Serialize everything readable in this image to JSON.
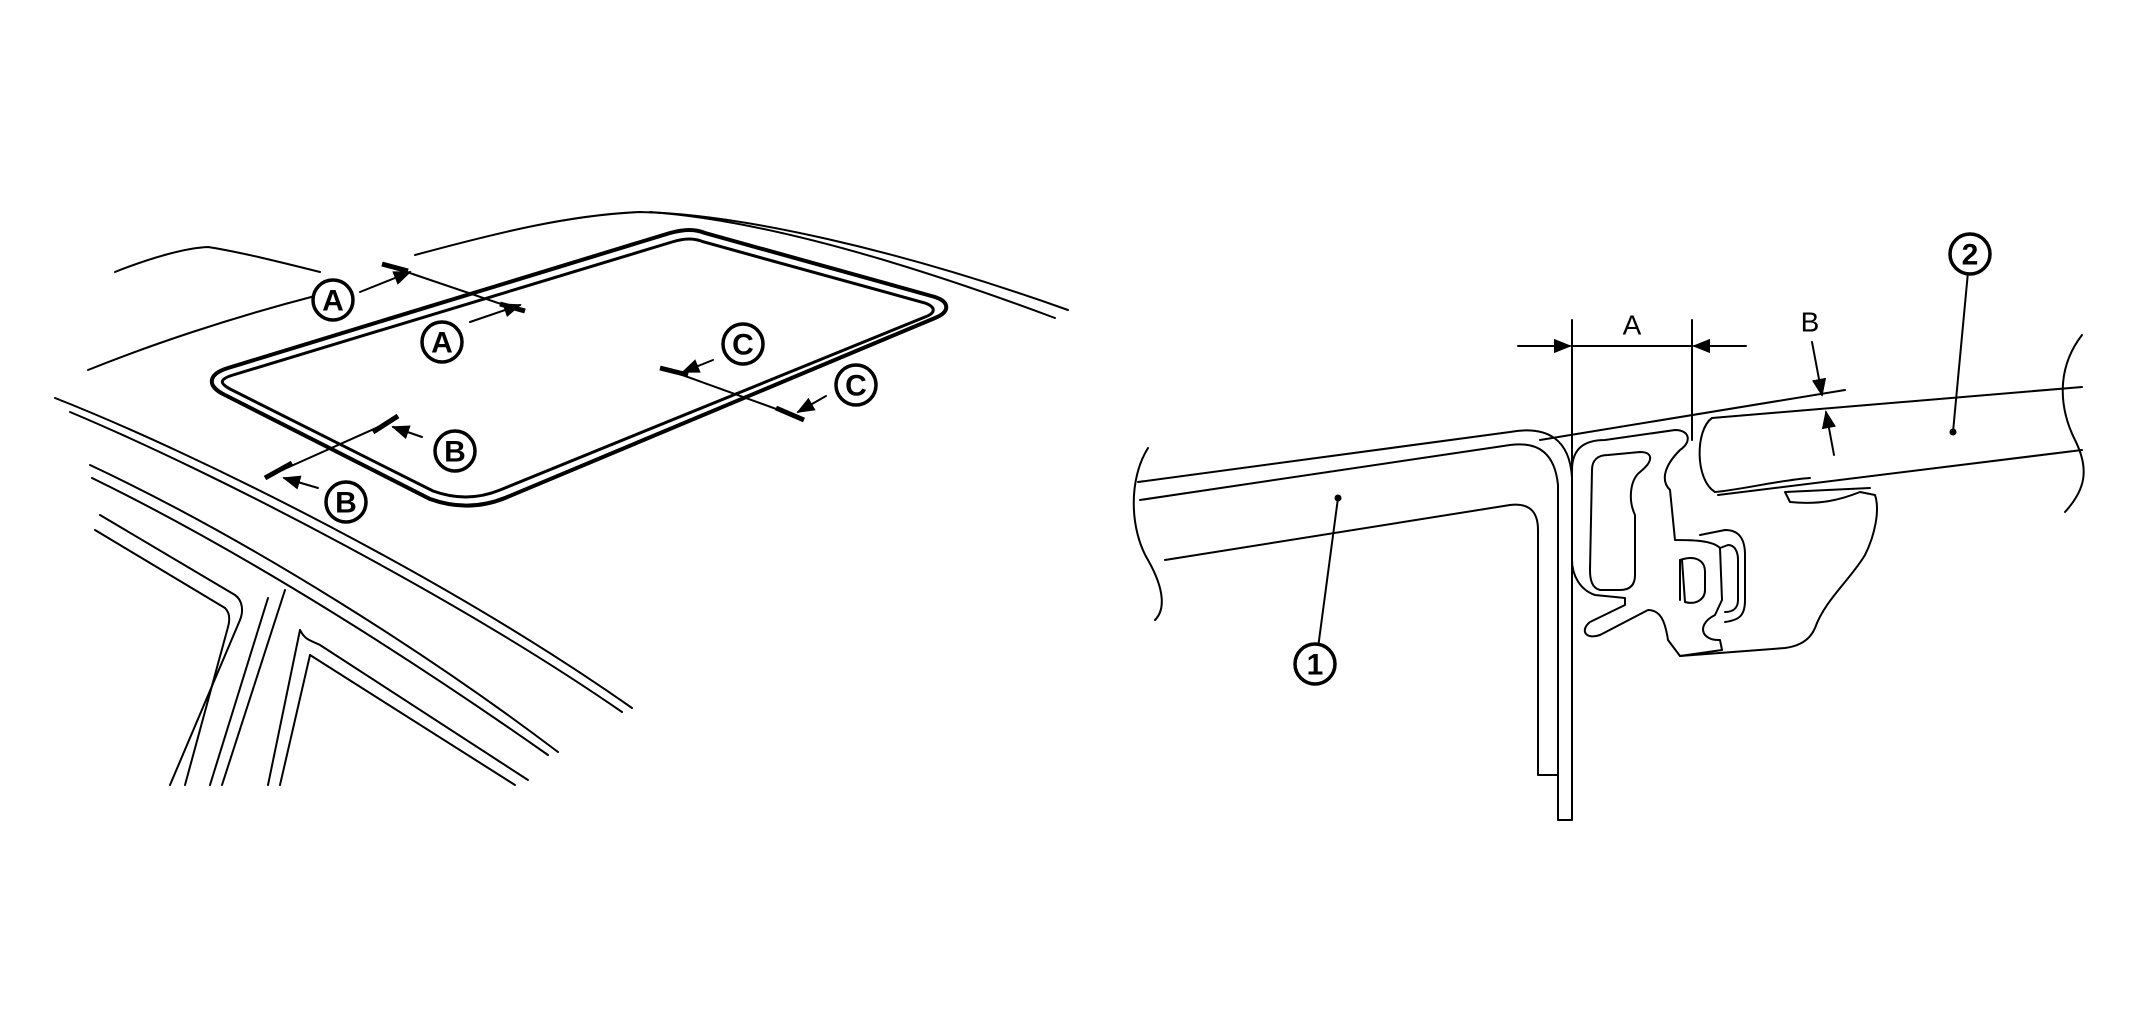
{
  "callouts": {
    "a": "A",
    "b": "B",
    "c": "C",
    "one": "1",
    "two": "2"
  },
  "dimensions": {
    "a": "A",
    "b": "B"
  }
}
